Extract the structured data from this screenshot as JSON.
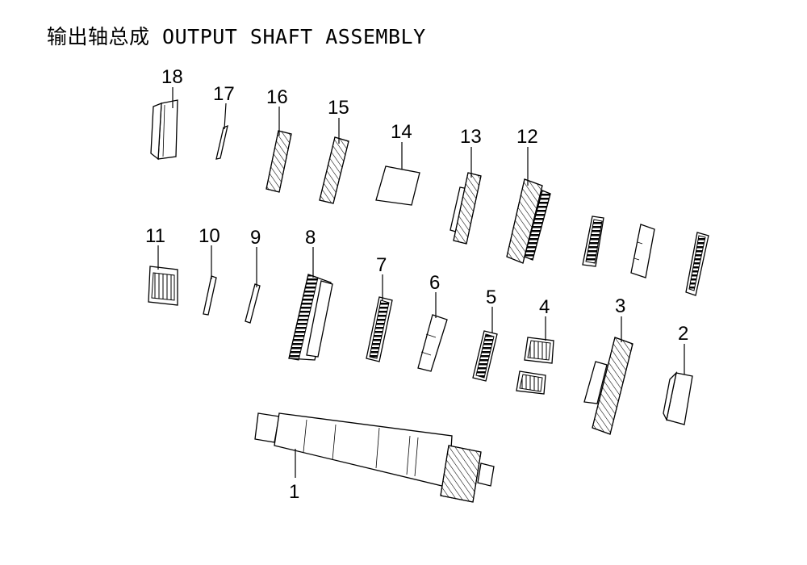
{
  "title": "输出轴总成 OUTPUT SHAFT ASSEMBLY",
  "callouts": [
    "1",
    "2",
    "3",
    "4",
    "5",
    "6",
    "7",
    "8",
    "9",
    "10",
    "11",
    "12",
    "13",
    "14",
    "15",
    "16",
    "17",
    "18"
  ]
}
